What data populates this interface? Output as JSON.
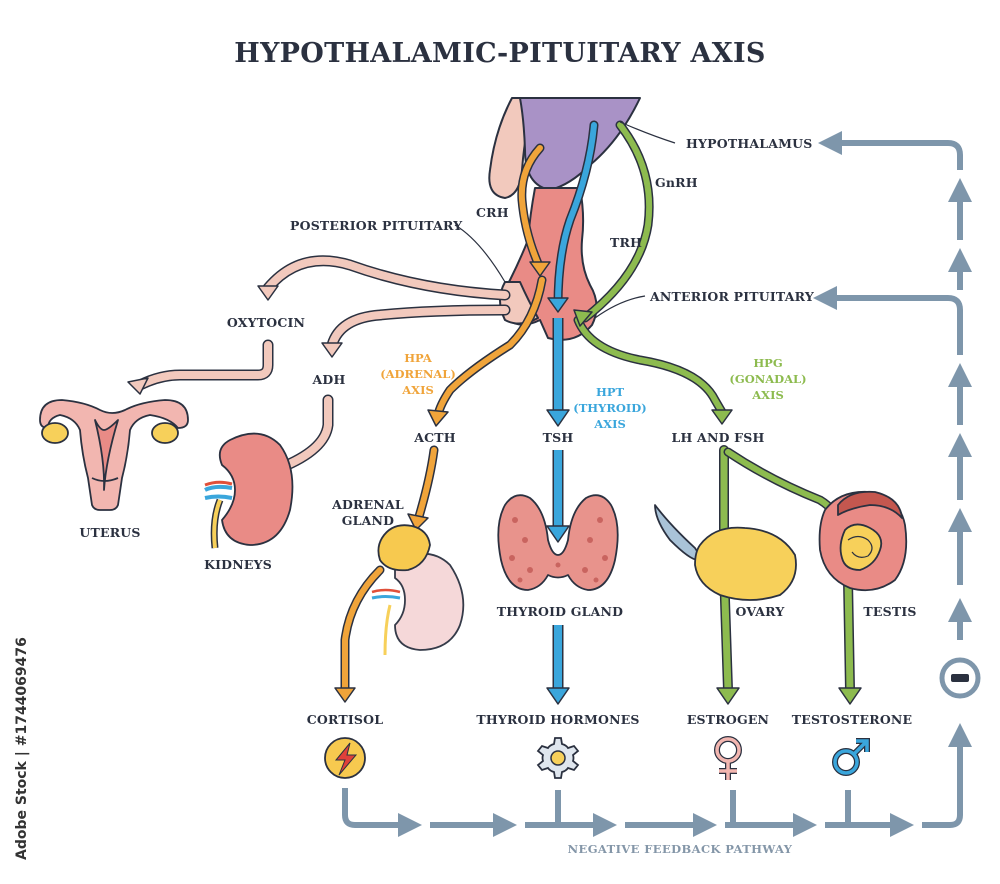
{
  "title": "HYPOTHALAMIC-PITUITARY AXIS",
  "labels": {
    "hypothalamus": "HYPOTHALAMUS",
    "gnrh": "GnRH",
    "crh": "CRH",
    "trh": "TRH",
    "posterior_pituitary": "POSTERIOR PITUITARY",
    "anterior_pituitary": "ANTERIOR PITUITARY",
    "oxytocin": "OXYTOCIN",
    "adh": "ADH",
    "acth": "ACTH",
    "tsh": "TSH",
    "lh_fsh": "LH AND FSH",
    "uterus": "UTERUS",
    "kidneys": "KIDNEYS",
    "adrenal_gland_line1": "ADRENAL",
    "adrenal_gland_line2": "GLAND",
    "thyroid_gland": "THYROID GLAND",
    "ovary": "OVARY",
    "testis": "TESTIS",
    "cortisol": "CORTISOL",
    "thyroid_hormones": "THYROID HORMONES",
    "estrogen": "ESTROGEN",
    "testosterone": "TESTOSTERONE",
    "negative_feedback": "NEGATIVE FEEDBACK PATHWAY"
  },
  "axes": {
    "hpa": [
      "HPA",
      "(ADRENAL)",
      "AXIS"
    ],
    "hpt": [
      "HPT",
      "(THYROID)",
      "AXIS"
    ],
    "hpg": [
      "HPG",
      "(GONADAL)",
      "AXIS"
    ]
  },
  "watermark": "Adobe Stock | #1744069476",
  "colors": {
    "text": "#2b3140",
    "adrenal_axis": "#f0a43a",
    "thyroid_axis": "#3aa6dc",
    "gonadal_axis": "#8dbb4f",
    "feedback": "#7e96ab",
    "posterior": "#f2c9bd",
    "hypothalamus": "#a992c6",
    "pituitary": "#e98b86"
  },
  "icons": {
    "cortisol": "lightning-icon",
    "thyroid_hormones": "gear-icon",
    "estrogen": "female-symbol-icon",
    "testosterone": "male-symbol-icon",
    "negative": "minus-icon"
  }
}
